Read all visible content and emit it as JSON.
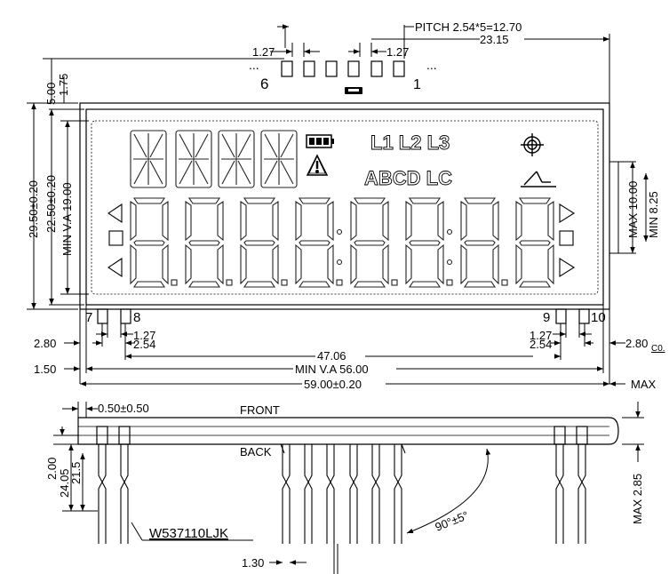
{
  "top": {
    "pitch": "PITCH  2.54*5=12.70",
    "w23": "23.15",
    "pitch_small_l": "1.27",
    "pitch_small_r": "1.27",
    "pin6": "6",
    "pin1": "1",
    "dots": "..."
  },
  "left": {
    "d500": "5.00",
    "d175": "1.75",
    "d2950": "29.50±0.20",
    "d2250": "22.50±0.20",
    "minva19": "MIN  V.A  19.00",
    "d280": "2.80",
    "d150": "1.50"
  },
  "right": {
    "max10": "MAX  10.00",
    "min825": "MIN  8.25",
    "d280r": "2.80",
    "c0": "C0.",
    "maxr": "MAX",
    "max285": "MAX  2.85"
  },
  "pins_row": {
    "p7": "7",
    "p8": "8",
    "p9": "9",
    "p10": "10",
    "d127l": "1.27",
    "d254l": "2.54",
    "d127r": "1.27",
    "d254r": "2.54"
  },
  "bottom": {
    "w4706": "47.06",
    "minva56": "MIN  V.A  56.00",
    "w5900": "59.00±0.20"
  },
  "side": {
    "tol": "0.50±0.50",
    "front": "FRONT",
    "back": "BACK",
    "d200": "2.00",
    "d2405": "24.05",
    "d215": "21.5",
    "angle": "90°±5°",
    "part": "W537110LJK",
    "pinw": "1.30"
  },
  "lcd": {
    "icons_top": "L1 L2 L3",
    "icons_mid": "ABCD LC"
  }
}
